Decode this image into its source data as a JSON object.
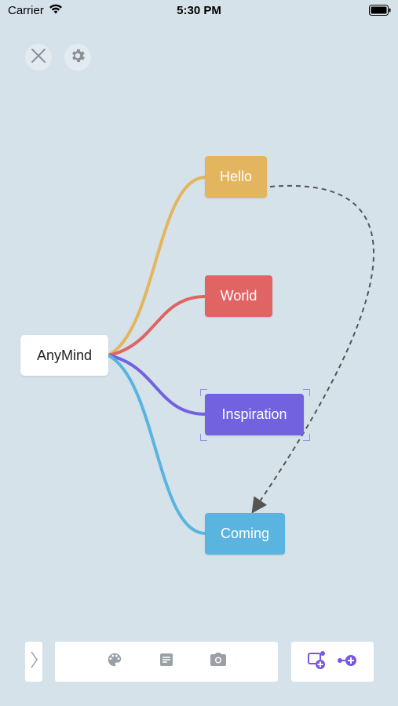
{
  "status_bar": {
    "carrier": "Carrier",
    "time": "5:30 PM"
  },
  "top_controls": {
    "close_icon": "close-icon",
    "settings_icon": "gear-icon"
  },
  "mindmap": {
    "root": {
      "label": "AnyMind"
    },
    "nodes": [
      {
        "label": "Hello",
        "color": "#e3b55e"
      },
      {
        "label": "World",
        "color": "#e06464"
      },
      {
        "label": "Inspiration",
        "color": "#7262e0",
        "selected": true
      },
      {
        "label": "Coming",
        "color": "#5ab4e0"
      }
    ],
    "relation": {
      "from": "Hello",
      "to": "Coming",
      "style": "dashed-arrow"
    }
  },
  "toolbar": {
    "toggle_icon": "chevron-right-icon",
    "tools": [
      "palette-icon",
      "note-icon",
      "camera-icon"
    ],
    "add_tools": [
      "add-subtopic-icon",
      "add-sibling-icon"
    ],
    "accent": "#7a55e6"
  }
}
